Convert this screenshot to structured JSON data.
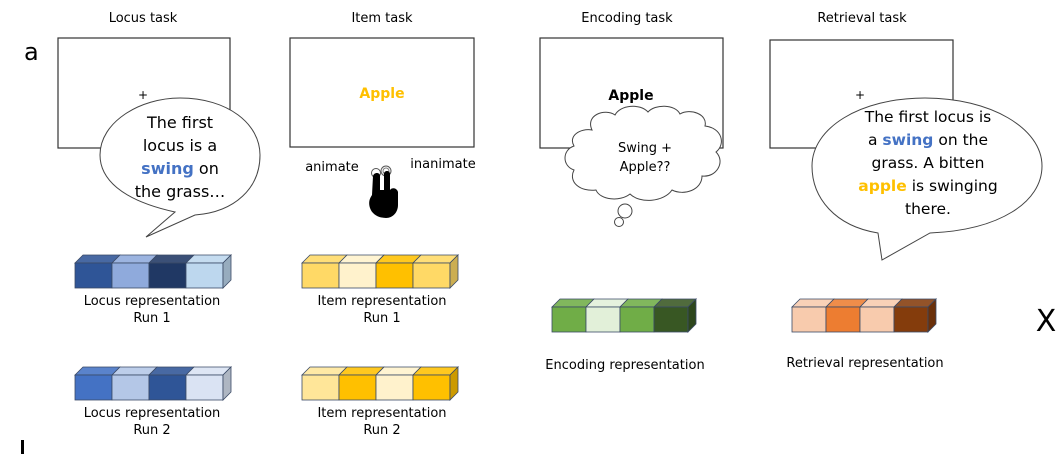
{
  "panel_label": "a",
  "operator_symbol": "X",
  "cut_off_mark": "l",
  "tasks": [
    {
      "id": "locus",
      "title": "Locus task",
      "screen_content": "+",
      "bubble_type": "speech",
      "bubble_lines": [
        [
          {
            "text": "The first"
          }
        ],
        [
          {
            "text": "locus is a"
          }
        ],
        [
          {
            "text": "swing",
            "color": "#4472c4",
            "bold": true
          },
          {
            "text": " on"
          }
        ],
        [
          {
            "text": "the grass…"
          }
        ]
      ]
    },
    {
      "id": "item",
      "title": "Item task",
      "screen_content": "Apple",
      "screen_content_color": "#ffc000",
      "response_left": "animate",
      "response_right": "inanimate",
      "response_icon": "two-finger-tap-hand-icon"
    },
    {
      "id": "encoding",
      "title": "Encoding task",
      "screen_content": "Apple",
      "bubble_type": "thought",
      "bubble_lines": [
        [
          {
            "text": "Swing +"
          }
        ],
        [
          {
            "text": "Apple??"
          }
        ]
      ]
    },
    {
      "id": "retrieval",
      "title": "Retrieval task",
      "screen_content": "+",
      "bubble_type": "speech",
      "bubble_lines": [
        [
          {
            "text": "The first locus is"
          }
        ],
        [
          {
            "text": "a "
          },
          {
            "text": "swing",
            "color": "#4472c4",
            "bold": true
          },
          {
            "text": " on the"
          }
        ],
        [
          {
            "text": "grass. A bitten"
          }
        ],
        [
          {
            "text": "apple",
            "color": "#ffc000",
            "bold": true
          },
          {
            "text": " is swinging"
          }
        ],
        [
          {
            "text": "there."
          }
        ]
      ]
    }
  ],
  "representations": [
    {
      "id": "locus-run1",
      "label_lines": [
        "Locus representation",
        "Run 1"
      ],
      "cells": [
        "#2f5597",
        "#8faadc",
        "#203864",
        "#bdd7ee"
      ]
    },
    {
      "id": "item-run1",
      "label_lines": [
        "Item representation",
        "Run 1"
      ],
      "cells": [
        "#ffd966",
        "#fff2cc",
        "#ffc000",
        "#ffd966"
      ]
    },
    {
      "id": "locus-run2",
      "label_lines": [
        "Locus representation",
        "Run 2"
      ],
      "cells": [
        "#4472c4",
        "#b4c7e7",
        "#2f5597",
        "#dae3f3"
      ]
    },
    {
      "id": "item-run2",
      "label_lines": [
        "Item representation",
        "Run 2"
      ],
      "cells": [
        "#ffe699",
        "#ffc000",
        "#fff2cc",
        "#ffc000"
      ]
    },
    {
      "id": "encoding",
      "label_lines": [
        "Encoding representation"
      ],
      "cells": [
        "#70ad47",
        "#e2f0d9",
        "#70ad47",
        "#385723"
      ]
    },
    {
      "id": "retrieval",
      "label_lines": [
        "Retrieval representation"
      ],
      "cells": [
        "#f8cbad",
        "#ed7d31",
        "#f8cbad",
        "#843c0c"
      ]
    }
  ]
}
